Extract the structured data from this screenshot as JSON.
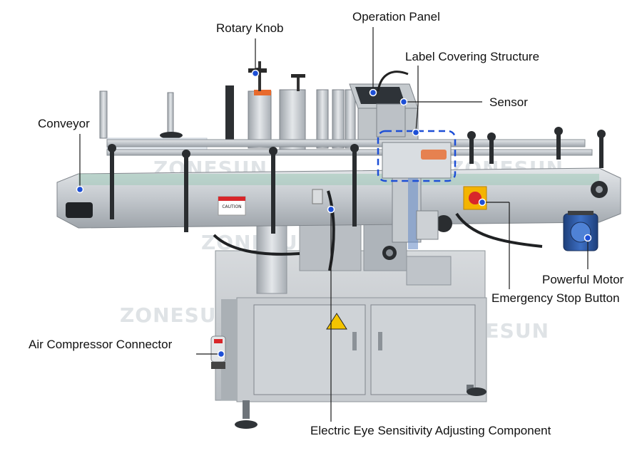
{
  "callouts": {
    "rotary_knob": "Rotary Knob",
    "operation_panel": "Operation Panel",
    "label_covering_structure": "Label Covering Structure",
    "sensor": "Sensor",
    "conveyor": "Conveyor",
    "powerful_motor": "Powerful Motor",
    "emergency_stop_button": "Emergency Stop Button",
    "air_compressor_connector": "Air Compressor Connector",
    "electric_eye_component": "Electric Eye Sensitivity Adjusting Component"
  },
  "watermark": "ZONESUN",
  "caution_sticker": "CAUTION",
  "colors": {
    "callout_line": "#1a1a1a",
    "callout_dot": "#1d4fd6",
    "highlight_box": "#1d4fd6",
    "stainless": "#c9ced3",
    "motor_blue": "#2c5aa8",
    "estop_yellow": "#f4b400",
    "estop_red": "#d8262a"
  }
}
